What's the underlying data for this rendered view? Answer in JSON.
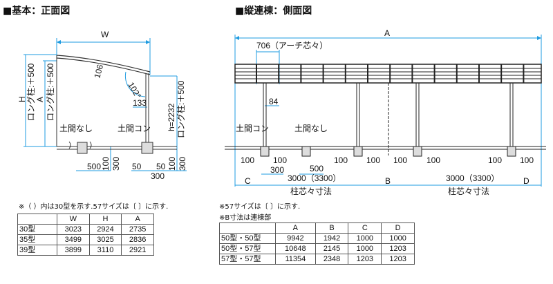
{
  "front": {
    "title": "■基本：正面図",
    "W": "W",
    "H": "H",
    "A": "A",
    "long1": "ロング柱:＋500",
    "long2": "ロング柱:＋500",
    "long3": "ロング柱:＋500",
    "h": "h=2232",
    "d106": "106",
    "angle": "102°",
    "d133": "133",
    "no_slab": "土間なし",
    "slab": "土間コン",
    "d500": "500",
    "d100a": "100",
    "d300a": "300",
    "d50a": "50",
    "d50b": "50",
    "d100b": "100",
    "d300b": "300",
    "d300c": "300"
  },
  "side": {
    "title": "■縦連棟：側面図",
    "A": "A",
    "arch": "706（アーチ芯々）",
    "d84": "84",
    "slab": "土間コン",
    "no_slab": "土間なし",
    "d100": "100",
    "d300": "300",
    "d500": "500",
    "C": "C",
    "B": "B",
    "D": "D",
    "span": "3000（3300）",
    "pitch": "柱芯々寸法"
  },
  "table1": {
    "note": "※（ ）内は30型を示す.57サイズは〔 〕に示す.",
    "headers": [
      "",
      "W",
      "H",
      "A"
    ],
    "rows": [
      [
        "30型",
        "3023",
        "2924",
        "2735"
      ],
      [
        "35型",
        "3499",
        "3025",
        "2836"
      ],
      [
        "39型",
        "3899",
        "3110",
        "2921"
      ]
    ]
  },
  "table2": {
    "note1": "※57サイズは〔 〕に示す.",
    "note2": "※B寸法は連棟部",
    "headers": [
      "",
      "A",
      "B",
      "C",
      "D"
    ],
    "rows": [
      [
        "50型・50型",
        "9942",
        "1942",
        "1000",
        "1000"
      ],
      [
        "50型・57型",
        "10648",
        "2145",
        "1000",
        "1203"
      ],
      [
        "57型・57型",
        "11354",
        "2348",
        "1203",
        "1203"
      ]
    ]
  },
  "colors": {
    "dim": "#1e9be0",
    "line": "#333333"
  }
}
